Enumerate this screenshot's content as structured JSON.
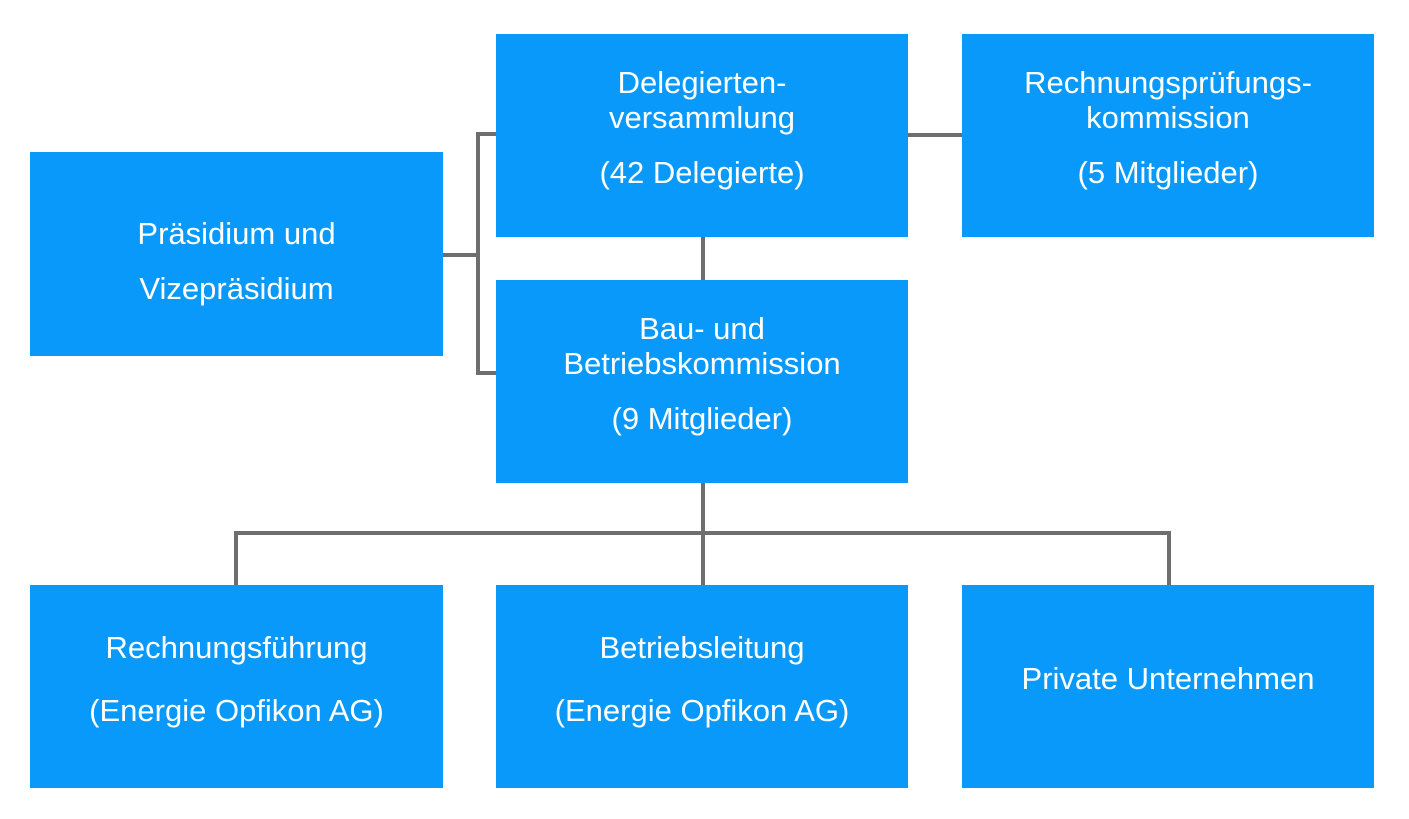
{
  "chart": {
    "type": "org-chart",
    "colors": {
      "box": "#0999fa",
      "connector": "#6e6e6e",
      "text": "#ffffff",
      "background": "#ffffff"
    },
    "nodes": [
      {
        "id": "delegiertenversammlung",
        "title": "Delegierten-\nversammlung",
        "subtitle": "(42 Delegierte)"
      },
      {
        "id": "rechnungspruefungskommission",
        "title": "Rechnungsprüfungs-\nkommission",
        "subtitle": "(5 Mitglieder)"
      },
      {
        "id": "praesidium-und-vizepraesidium",
        "title": "Präsidium und\nVizepräsidium"
      },
      {
        "id": "bau-und-betriebskommission",
        "title": "Bau- und\nBetriebskommission",
        "subtitle": "(9 Mitglieder)"
      },
      {
        "id": "rechnungsfuehrung",
        "title": "Rechnungsführung",
        "subtitle": "(Energie Opfikon AG)"
      },
      {
        "id": "betriebsleitung",
        "title": "Betriebsleitung",
        "subtitle": "(Energie Opfikon AG)"
      },
      {
        "id": "private-unternehmen",
        "title": "Private Unternehmen"
      }
    ],
    "edges": [
      {
        "from": "delegiertenversammlung",
        "to": "rechnungspruefungskommission"
      },
      {
        "from": "delegiertenversammlung",
        "to": "bau-und-betriebskommission"
      },
      {
        "from": "praesidium-und-vizepraesidium",
        "to": "delegiertenversammlung"
      },
      {
        "from": "praesidium-und-vizepraesidium",
        "to": "bau-und-betriebskommission"
      },
      {
        "from": "bau-und-betriebskommission",
        "to": "rechnungsfuehrung"
      },
      {
        "from": "bau-und-betriebskommission",
        "to": "betriebsleitung"
      },
      {
        "from": "bau-und-betriebskommission",
        "to": "private-unternehmen"
      }
    ]
  }
}
